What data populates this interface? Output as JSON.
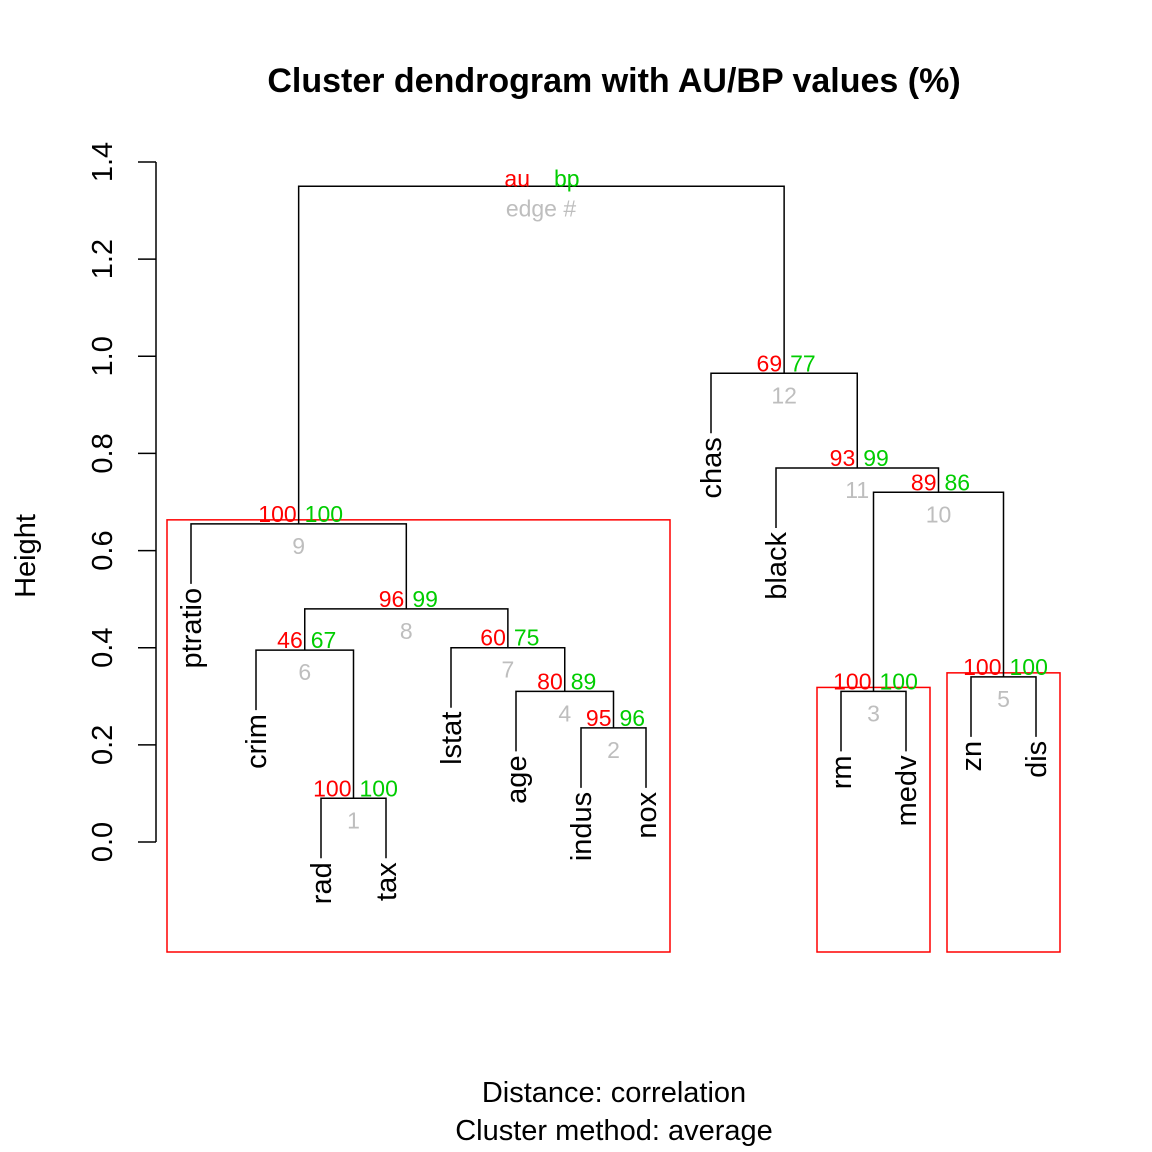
{
  "chart_data": {
    "type": "dendrogram",
    "title": "Cluster dendrogram with AU/BP values (%)",
    "ylabel": "Height",
    "xlabel_lines": [
      "Distance:  correlation",
      "Cluster method: average"
    ],
    "ylim": [
      0,
      1.4
    ],
    "y_ticks": [
      "0.0",
      "0.2",
      "0.4",
      "0.6",
      "0.8",
      "1.0",
      "1.2",
      "1.4"
    ],
    "legend": {
      "au": "au",
      "bp": "bp",
      "edge": "edge #"
    },
    "colors": {
      "au": "#ff0000",
      "bp": "#00cd00",
      "edge": "#bebebe",
      "box": "#ff0000",
      "line": "#000000"
    },
    "leaves": [
      "ptratio",
      "crim",
      "rad",
      "tax",
      "lstat",
      "age",
      "indus",
      "nox",
      "chas",
      "black",
      "rm",
      "medv",
      "zn",
      "dis"
    ],
    "merges": [
      {
        "edge": "1",
        "left": "rad",
        "right": "tax",
        "height": 0.09,
        "au": "100",
        "bp": "100"
      },
      {
        "edge": "2",
        "left": "indus",
        "right": "nox",
        "height": 0.235,
        "au": "95",
        "bp": "96"
      },
      {
        "edge": "3",
        "left": "rm",
        "right": "medv",
        "height": 0.31,
        "au": "100",
        "bp": "100"
      },
      {
        "edge": "4",
        "left": "age",
        "right": "2",
        "height": 0.31,
        "au": "80",
        "bp": "89"
      },
      {
        "edge": "5",
        "left": "zn",
        "right": "dis",
        "height": 0.34,
        "au": "100",
        "bp": "100"
      },
      {
        "edge": "6",
        "left": "crim",
        "right": "1",
        "height": 0.395,
        "au": "46",
        "bp": "67"
      },
      {
        "edge": "7",
        "left": "lstat",
        "right": "4",
        "height": 0.4,
        "au": "60",
        "bp": "75"
      },
      {
        "edge": "8",
        "left": "6",
        "right": "7",
        "height": 0.48,
        "au": "96",
        "bp": "99"
      },
      {
        "edge": "9",
        "left": "ptratio",
        "right": "8",
        "height": 0.655,
        "au": "100",
        "bp": "100"
      },
      {
        "edge": "10",
        "left": "3",
        "right": "5",
        "height": 0.72,
        "au": "89",
        "bp": "86"
      },
      {
        "edge": "11",
        "left": "black",
        "right": "10",
        "height": 0.77,
        "au": "93",
        "bp": "99"
      },
      {
        "edge": "12",
        "left": "chas",
        "right": "11",
        "height": 0.965,
        "au": "69",
        "bp": "77"
      },
      {
        "edge": "",
        "left": "9",
        "right": "12",
        "height": 1.35,
        "au": "",
        "bp": ""
      }
    ],
    "highlight_clusters": [
      [
        "ptratio",
        "crim",
        "rad",
        "tax",
        "lstat",
        "age",
        "indus",
        "nox"
      ],
      [
        "rm",
        "medv"
      ],
      [
        "zn",
        "dis"
      ]
    ]
  }
}
